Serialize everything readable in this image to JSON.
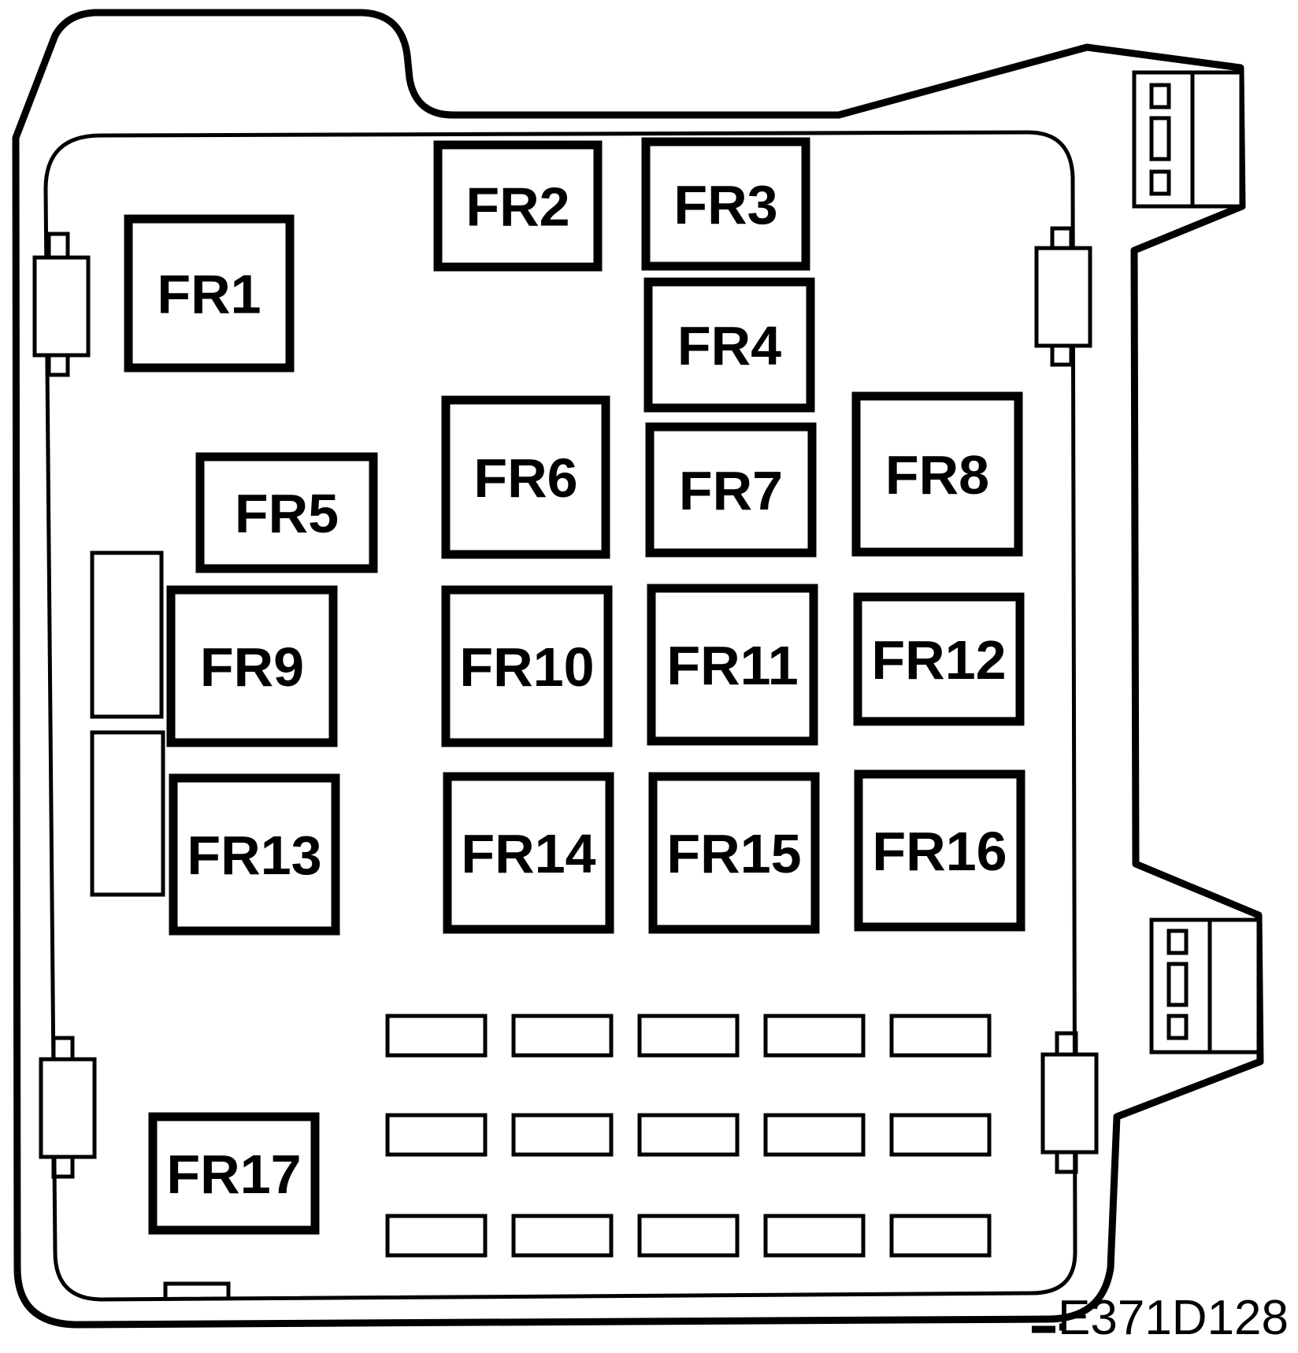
{
  "diagram": {
    "reference_code": "E371D128",
    "relays": [
      {
        "id": "fr1",
        "label": "FR1"
      },
      {
        "id": "fr2",
        "label": "FR2"
      },
      {
        "id": "fr3",
        "label": "FR3"
      },
      {
        "id": "fr4",
        "label": "FR4"
      },
      {
        "id": "fr5",
        "label": "FR5"
      },
      {
        "id": "fr6",
        "label": "FR6"
      },
      {
        "id": "fr7",
        "label": "FR7"
      },
      {
        "id": "fr8",
        "label": "FR8"
      },
      {
        "id": "fr9",
        "label": "FR9"
      },
      {
        "id": "fr10",
        "label": "FR10"
      },
      {
        "id": "fr11",
        "label": "FR11"
      },
      {
        "id": "fr12",
        "label": "FR12"
      },
      {
        "id": "fr13",
        "label": "FR13"
      },
      {
        "id": "fr14",
        "label": "FR14"
      },
      {
        "id": "fr15",
        "label": "FR15"
      },
      {
        "id": "fr16",
        "label": "FR16"
      },
      {
        "id": "fr17",
        "label": "FR17"
      }
    ],
    "fuse_grid": {
      "rows": 3,
      "columns": 5
    }
  }
}
